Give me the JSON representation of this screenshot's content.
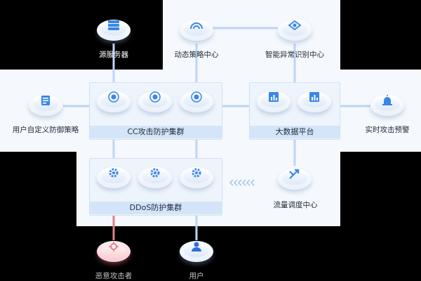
{
  "nodes": {
    "origin_server": "源服务器",
    "dynamic_policy": "动态策略中心",
    "anomaly_center": "智能异常识别中心",
    "custom_policy": "用户自定义防御策略",
    "realtime_alert": "实时攻击预警",
    "traffic_center": "流量调度中心",
    "attacker": "恶意攻击者",
    "user": "用户"
  },
  "clusters": {
    "cc": "CC攻击防护集群",
    "ddos": "DDoS防护集群",
    "bigdata": "大数据平台"
  },
  "colors": {
    "line": "#bdd5f3",
    "attack_line": "#e07f8c",
    "bar": "#d4e5f9",
    "icon": "#3b86e8"
  }
}
